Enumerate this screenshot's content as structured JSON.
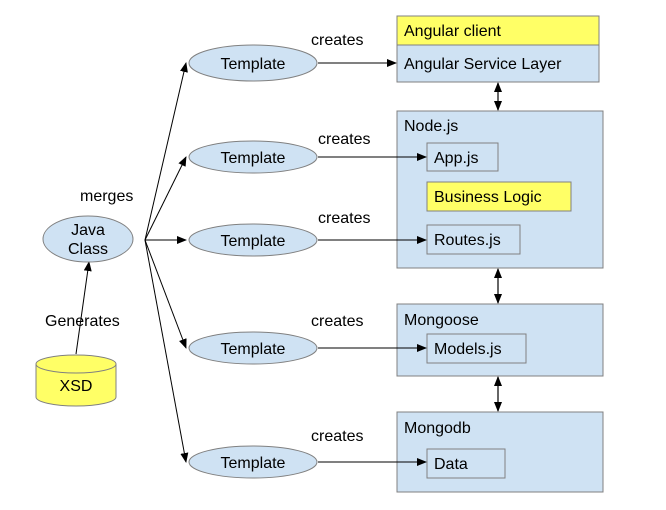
{
  "colors": {
    "ellipse_fill": "#cfe2f3",
    "box_fill": "#cfe2f3",
    "highlight_fill": "#ffff66",
    "cylinder_fill": "#ffff66",
    "inner_box_fill": "#cfe2f3",
    "stroke": "#808080",
    "line": "#000000"
  },
  "source": {
    "xsd_label": "XSD",
    "generates_label": "Generates",
    "java_class_line1": "Java",
    "java_class_line2": "Class",
    "merges_label": "merges"
  },
  "templates": [
    {
      "label": "Template",
      "creates_label": "creates"
    },
    {
      "label": "Template",
      "creates_label": "creates"
    },
    {
      "label": "Template",
      "creates_label": "creates"
    },
    {
      "label": "Template",
      "creates_label": "creates"
    },
    {
      "label": "Template",
      "creates_label": "creates"
    }
  ],
  "angular": {
    "client_label": "Angular client",
    "service_layer_label": "Angular Service Layer"
  },
  "node": {
    "title": "Node.js",
    "app_label": "App.js",
    "business_logic_label": "Business Logic",
    "routes_label": "Routes.js"
  },
  "mongoose": {
    "title": "Mongoose",
    "models_label": "Models.js"
  },
  "mongodb": {
    "title": "Mongodb",
    "data_label": "Data"
  }
}
